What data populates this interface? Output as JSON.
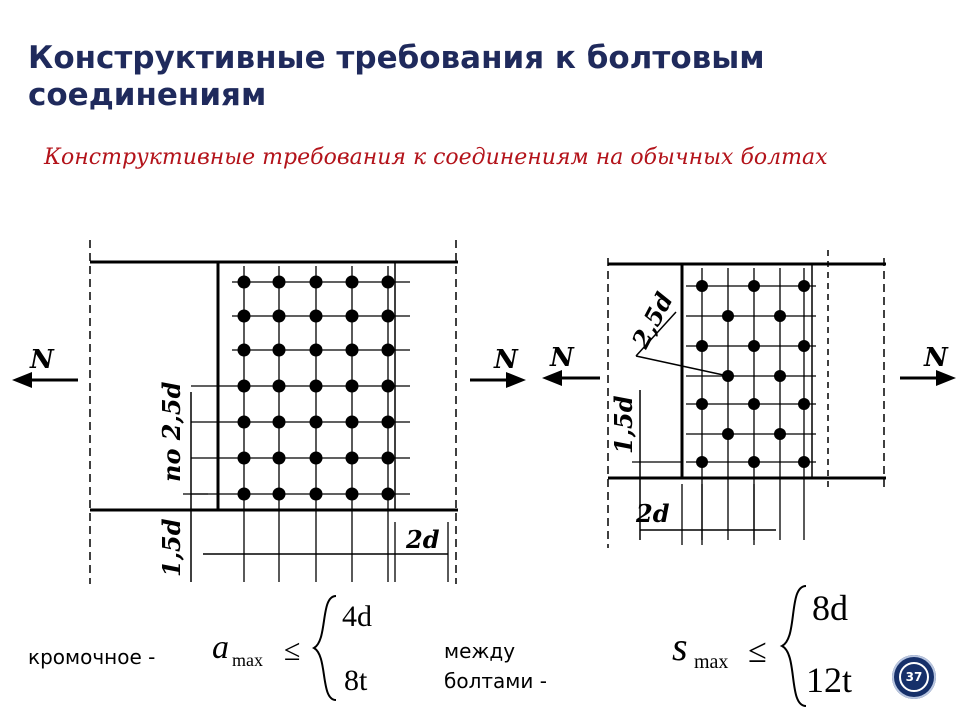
{
  "slide": {
    "title": "Конструктивные требования к болтовым соединениям",
    "subtitle": "Конструктивные требования к соединениям на обычных болтах",
    "page_number": "37"
  },
  "figure_left": {
    "force_left": "N",
    "force_right": "N",
    "dim_vertical": "по 2,5d",
    "dim_edge": "1,5d",
    "dim_horizontal": "2d"
  },
  "figure_right": {
    "force_left": "N",
    "force_right": "N",
    "dim_diagonal": "2,5d",
    "dim_edge": "1,5d",
    "dim_horizontal": "2d"
  },
  "captions": {
    "edge": "кромочное -",
    "between": "между болтами -"
  },
  "formula_a": {
    "symbol": "a",
    "subscript": "max",
    "relation": "≤",
    "case1": "4d",
    "case2": "8t"
  },
  "formula_s": {
    "symbol": "s",
    "subscript": "max",
    "relation": "≤",
    "case1": "8d",
    "case2": "12t"
  }
}
